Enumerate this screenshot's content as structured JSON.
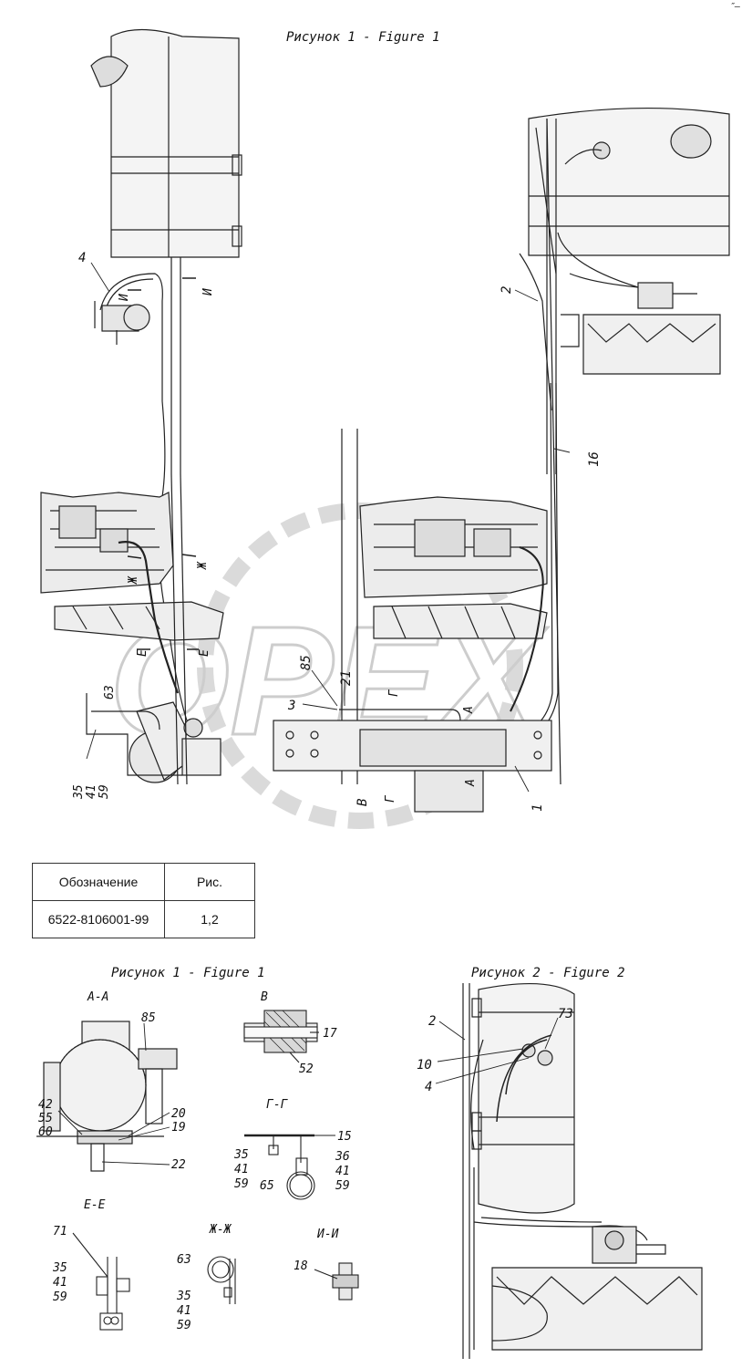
{
  "figure_titles": {
    "top": "Рисунок 1 - Figure 1",
    "bottom_left": "Рисунок 1 - Figure 1",
    "bottom_right": "Рисунок 2 - Figure 2"
  },
  "watermark": "OPEX",
  "table": {
    "headers": [
      "Обозначение",
      "Рис."
    ],
    "rows": [
      [
        "6522-8106001-99",
        "1,2"
      ]
    ]
  },
  "section_titles": {
    "aa": "А-А",
    "v": "В",
    "gg": "Г-Г",
    "ee": "Е-Е",
    "zhzh": "Ж-Ж",
    "ii": "И-И"
  },
  "main_callouts": {
    "c4": "4",
    "c2": "2",
    "c16": "16",
    "c85": "85",
    "c21": "21",
    "c3": "3",
    "c1": "1",
    "c63": "63",
    "c35": "35",
    "c41": "41",
    "c59": "59"
  },
  "cut_marks": {
    "i1": "И",
    "i2": "И",
    "zh1": "Ж",
    "zh2": "Ж",
    "e1": "Е",
    "e2": "Е",
    "g1": "Г",
    "g2": "Г",
    "a1": "А",
    "a2": "А",
    "v1": "В"
  },
  "detail_callouts": {
    "aa_85": "85",
    "aa_42": "42",
    "aa_55": "55",
    "aa_60": "60",
    "aa_20": "20",
    "aa_19": "19",
    "aa_22": "22",
    "v_17": "17",
    "v_52": "52",
    "gg_15": "15",
    "gg_35": "35",
    "gg_41": "41",
    "gg_59": "59",
    "gg_36": "36",
    "gg_41b": "41",
    "gg_59b": "59",
    "gg_65": "65",
    "ee_71": "71",
    "ee_35": "35",
    "ee_41": "41",
    "ee_59": "59",
    "zh_63": "63",
    "zh_35": "35",
    "zh_41": "41",
    "zh_59": "59",
    "ii_18": "18",
    "f2_2": "2",
    "f2_73": "73",
    "f2_10": "10",
    "f2_4": "4"
  },
  "corner_mark": "″—"
}
